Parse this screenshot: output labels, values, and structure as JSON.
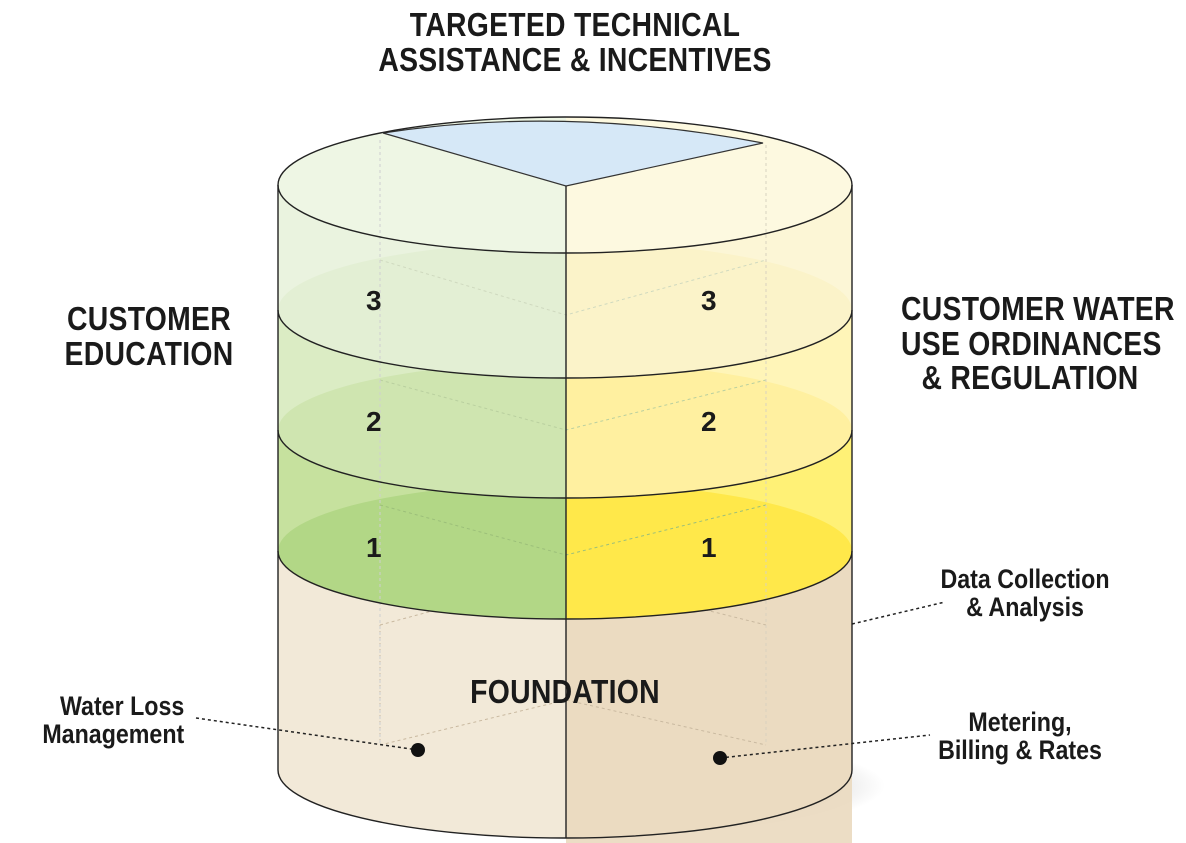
{
  "title": {
    "line1": "TARGETED TECHNICAL",
    "line2": "ASSISTANCE & INCENTIVES"
  },
  "left_label": {
    "line1": "CUSTOMER",
    "line2": "EDUCATION"
  },
  "right_label": {
    "line1": "CUSTOMER WATER",
    "line2": "USE ORDINANCES",
    "line3": "& REGULATION"
  },
  "levels": {
    "left": [
      "3",
      "2",
      "1"
    ],
    "right": [
      "3",
      "2",
      "1"
    ]
  },
  "foundation": {
    "label": "FOUNDATION",
    "items": [
      {
        "line1": "Water Loss",
        "line2": "Management"
      },
      {
        "line1": "Data Collection",
        "line2": "& Analysis"
      },
      {
        "line1": "Metering,",
        "line2": "Billing & Rates"
      }
    ]
  },
  "colors": {
    "green_level1": "#b6d98a",
    "green_level2": "#cfe5b0",
    "green_level3": "#e3efd4",
    "yellow_level1": "#ffe94d",
    "yellow_level2": "#fff0a0",
    "yellow_level3": "#fbf3c9",
    "top_blue": "#d6e8f7",
    "foundation_left": "#f3ead9",
    "foundation_right": "#eadcc4"
  }
}
